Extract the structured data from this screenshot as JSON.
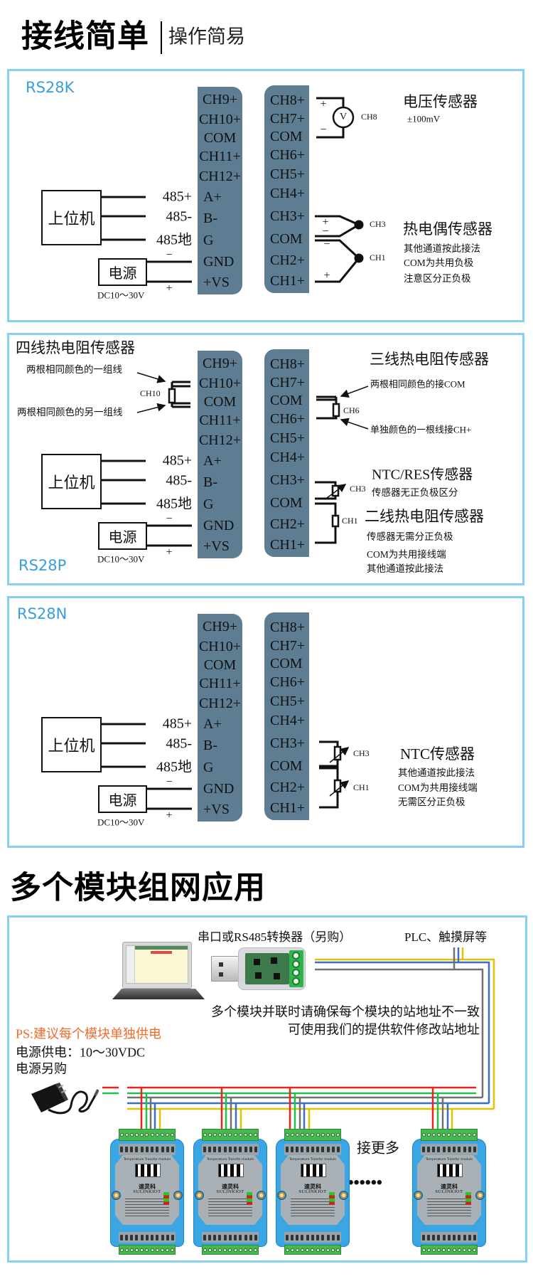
{
  "header": {
    "title": "接线简单",
    "subtitle": "操作简易"
  },
  "colors": {
    "panel_border": "#86d0f4",
    "model_label": "#3a9de0",
    "terminal_block": "#5e7d92",
    "ps_note": "#f26a2a",
    "module_body": "#3aa6e3",
    "wire_red": "#e8241d",
    "wire_green": "#20c24c",
    "wire_gray": "#707070",
    "wire_blue": "#3c6fc4",
    "wire_yellow": "#e2c300"
  },
  "panels": [
    {
      "model": "RS28K",
      "left_terminals": [
        "CH9+",
        "CH10+",
        "COM",
        "CH11+",
        "CH12+",
        "A+",
        "B-",
        "G",
        "GND",
        "+VS"
      ],
      "right_terminals": [
        "CH8+",
        "CH7+",
        "COM",
        "CH6+",
        "CH5+",
        "CH4+",
        "CH3+",
        "COM",
        "CH2+",
        "CH1+"
      ],
      "host": {
        "label": "上位机",
        "signals": [
          "485+",
          "485-",
          "485地"
        ]
      },
      "power": {
        "label": "电源",
        "minus": "−",
        "plus": "+",
        "range": "DC10～30V"
      },
      "voltage": {
        "title": "电压传感器",
        "range": "±100mV",
        "channel": "CH8",
        "symbol": "V",
        "plus": "+",
        "minus": "−"
      },
      "thermocouple": {
        "title": "热电偶传感器",
        "channels": [
          "CH3",
          "CH1"
        ],
        "signs": [
          "+",
          "−",
          "−",
          "+"
        ],
        "notes": [
          "其他通道按此接法",
          "COM为共用负极",
          "注意区分正负极"
        ]
      }
    },
    {
      "model": "RS28P",
      "left_terminals": [
        "CH9+",
        "CH10+",
        "COM",
        "CH11+",
        "CH12+",
        "A+",
        "B-",
        "G",
        "GND",
        "+VS"
      ],
      "right_terminals": [
        "CH8+",
        "CH7+",
        "COM",
        "CH6+",
        "CH5+",
        "CH4+",
        "CH3+",
        "COM",
        "CH2+",
        "CH1+"
      ],
      "host": {
        "label": "上位机",
        "signals": [
          "485+",
          "485-",
          "485地"
        ]
      },
      "power": {
        "label": "电源",
        "minus": "−",
        "plus": "+",
        "range": "DC10～30V"
      },
      "four_wire": {
        "title": "四线热电阻传感器",
        "channel": "CH10",
        "note_top": "两根相同颜色的一组线",
        "note_bottom": "两根相同颜色的另一组线"
      },
      "three_wire": {
        "title": "三线热电阻传感器",
        "channel": "CH6",
        "note_top": "两根相同颜色的接COM",
        "note_bottom": "单独颜色的一根线接CH+"
      },
      "ntc_res": {
        "title": "NTC/RES传感器",
        "channel": "CH3",
        "note": "传感器无正负极区分"
      },
      "two_wire": {
        "title": "二线热电阻传感器",
        "channel": "CH1",
        "notes": [
          "传感器无需分正负极",
          "COM为共用接线端",
          "其他通道按此接法"
        ]
      }
    },
    {
      "model": "RS28N",
      "left_terminals": [
        "CH9+",
        "CH10+",
        "COM",
        "CH11+",
        "CH12+",
        "A+",
        "B-",
        "G",
        "GND",
        "+VS"
      ],
      "right_terminals": [
        "CH8+",
        "CH7+",
        "COM",
        "CH6+",
        "CH5+",
        "CH4+",
        "CH3+",
        "COM",
        "CH2+",
        "CH1+"
      ],
      "host": {
        "label": "上位机",
        "signals": [
          "485+",
          "485-",
          "485地"
        ]
      },
      "power": {
        "label": "电源",
        "minus": "−",
        "plus": "+",
        "range": "DC10～30V"
      },
      "ntc": {
        "title": "NTC传感器",
        "channels": [
          "CH3",
          "CH1"
        ],
        "notes": [
          "其他通道按此接法",
          "COM为共用接线端",
          "无需区分正负极"
        ]
      }
    }
  ],
  "network": {
    "title": "多个模块组网应用",
    "converter_label": "串口或RS485转换器（另购）",
    "plc_label": "PLC、触摸屏等",
    "address_notes": [
      "多个模块并联时请确保每个模块的站地址不一致",
      "可使用我们的提供软件修改站地址"
    ],
    "ps_note": "PS:建议每个模块单独供电",
    "power_supply": "电源供电：10～30VDC",
    "power_purchase": "电源另购",
    "more_label": "接更多",
    "ellipsis": "●●●●●●",
    "module": {
      "header": "Temperature Transfer module",
      "brand_cn": "速灵科",
      "brand_en": "SULINKIOT"
    }
  }
}
